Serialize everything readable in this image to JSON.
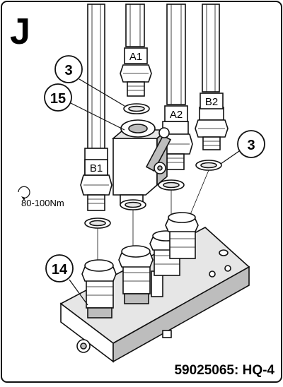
{
  "step_letter": "J",
  "callouts": {
    "c3_top": "3",
    "c15": "15",
    "c3_right": "3",
    "c14": "14"
  },
  "hose_labels": {
    "a1": "A1",
    "a2": "A2",
    "b1": "B1",
    "b2": "B2"
  },
  "torque": "80-100Nm",
  "part_number": "59025065: HQ-4"
}
